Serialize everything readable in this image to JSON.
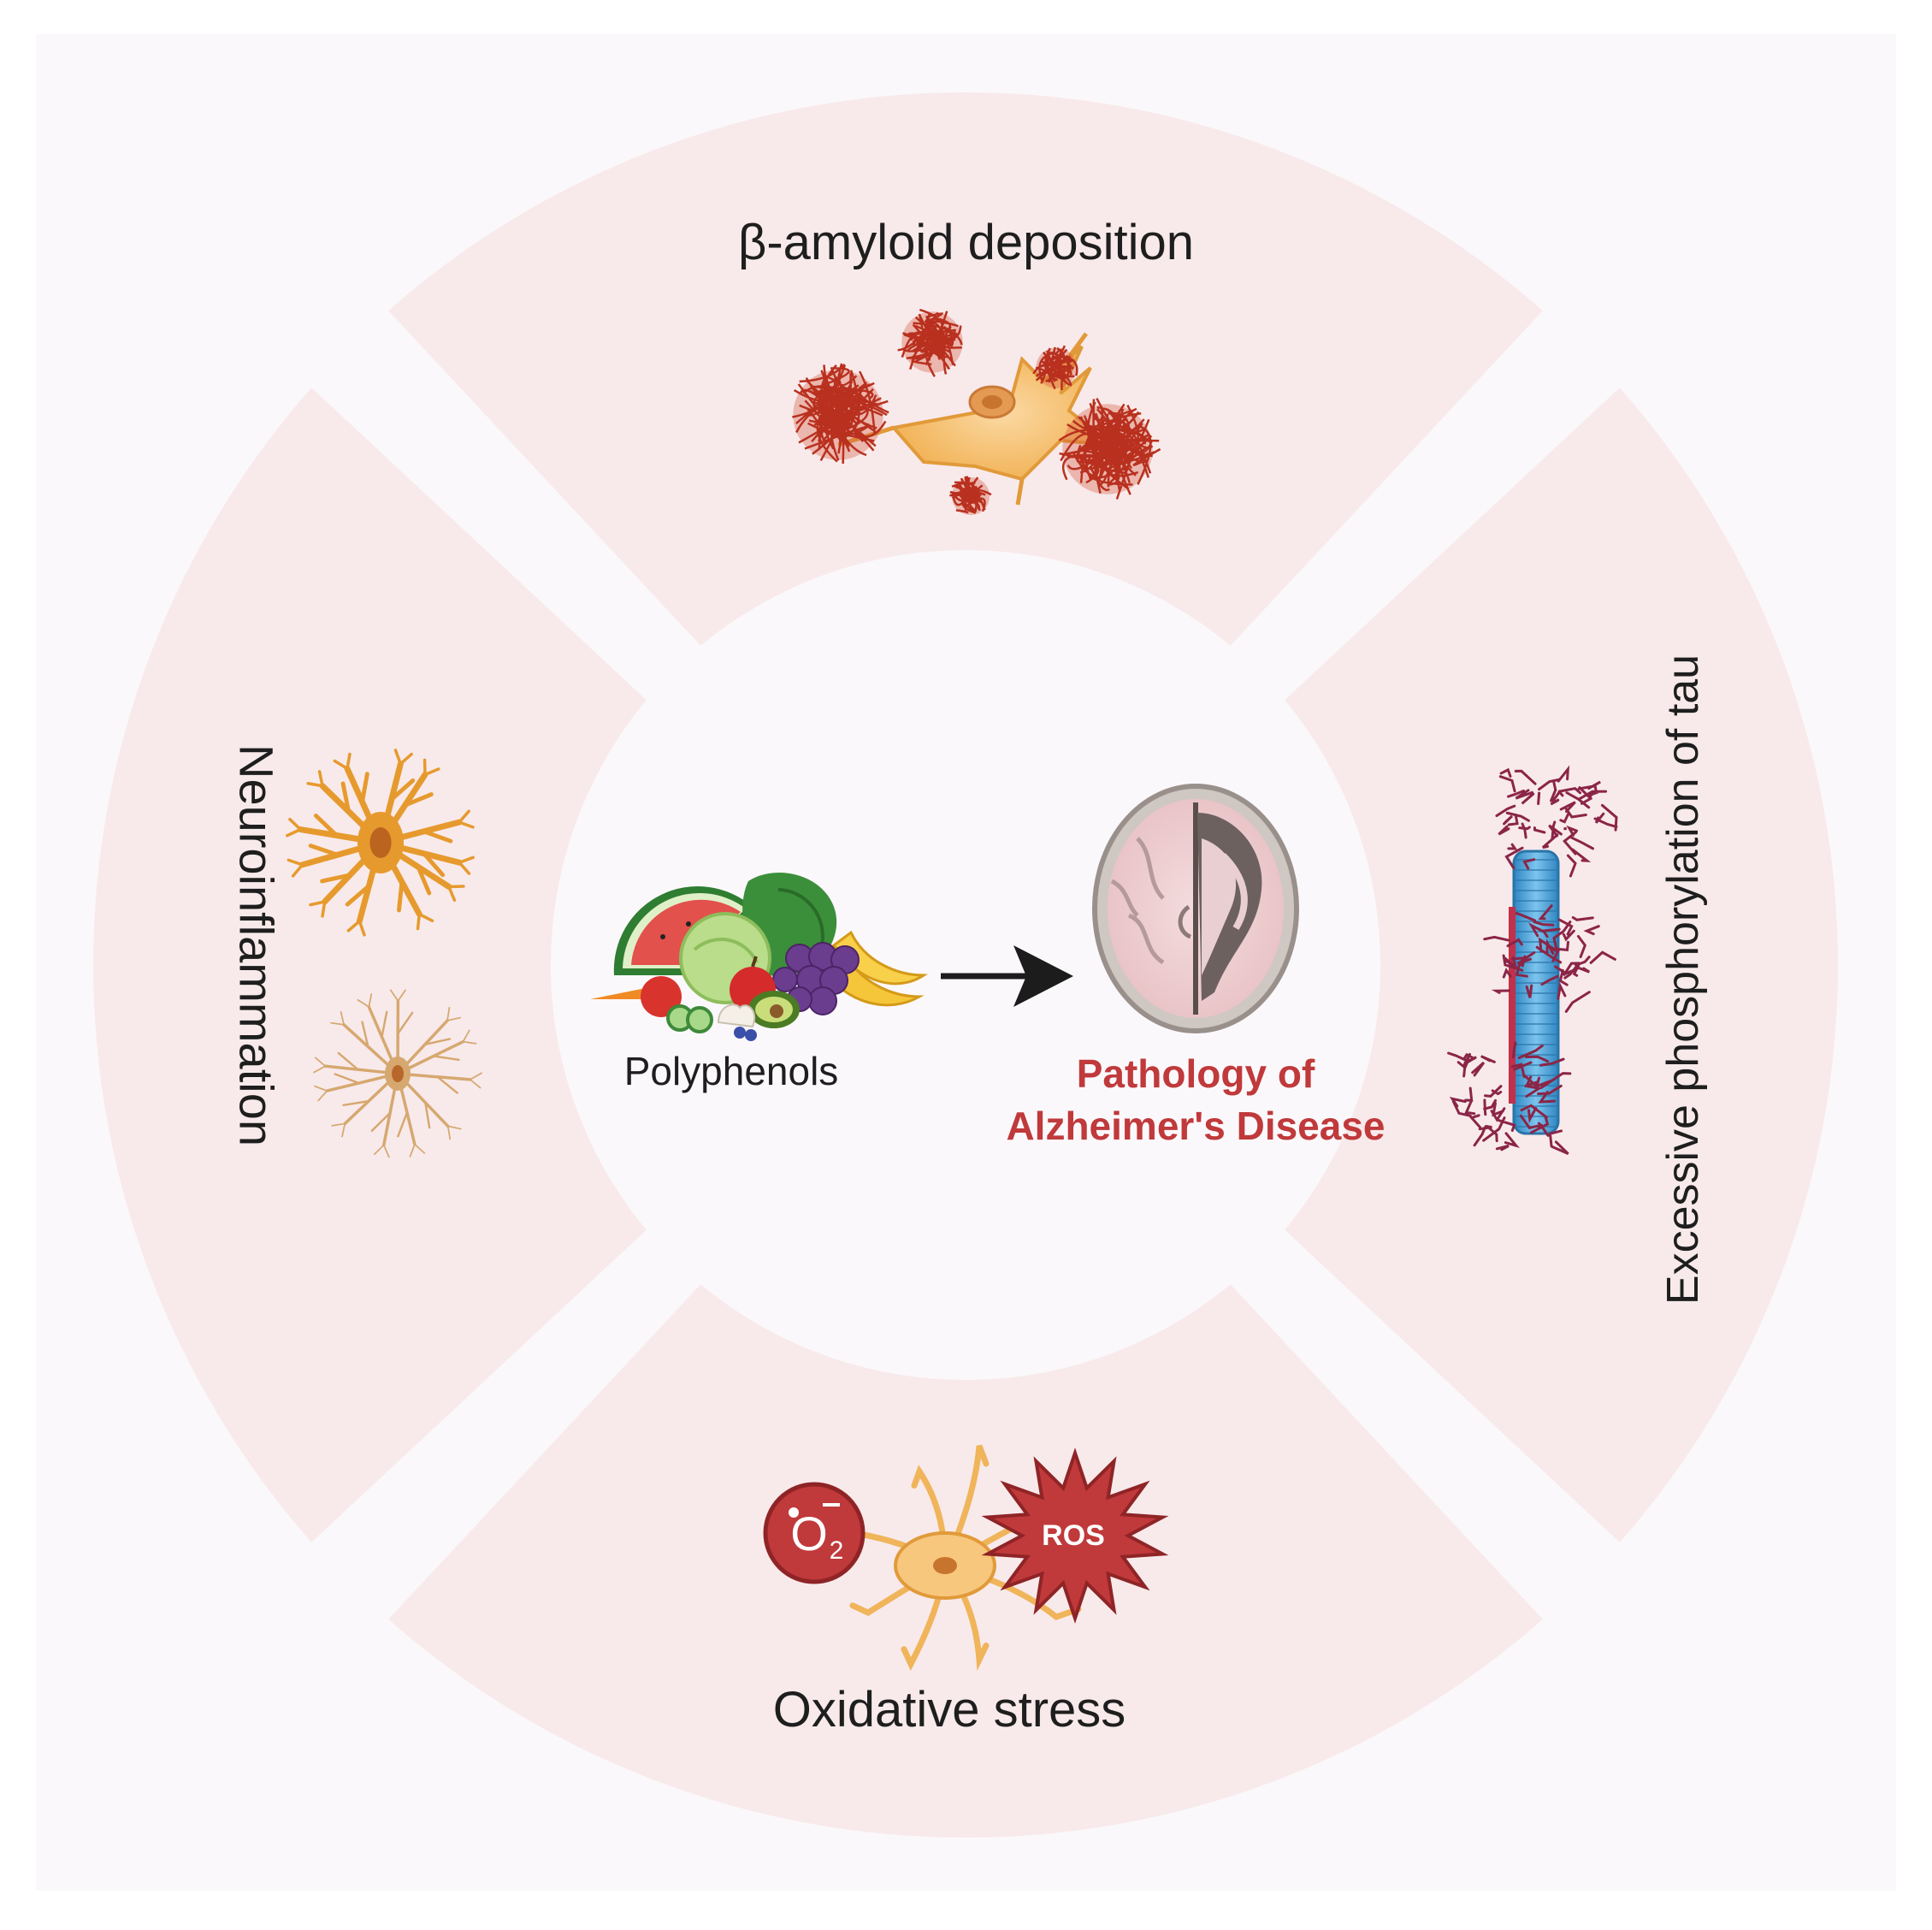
{
  "sections": {
    "top": {
      "label": "β-amyloid deposition"
    },
    "right": {
      "label": "Excessive phosphorylation of tau"
    },
    "bottom": {
      "label": "Oxidative stress"
    },
    "left": {
      "label": "Neuroinflammation"
    }
  },
  "center": {
    "source_label": "Polyphenols",
    "target_label": "Pathology of Alzheimer's Disease"
  },
  "icons": {
    "superoxide": {
      "symbol": "O",
      "subscript": "2"
    },
    "ros": {
      "label": "ROS"
    }
  },
  "colors": {
    "sector_fill": "#f8eaeb",
    "background": "#fbf8fb",
    "pathology_text": "#c0393b",
    "arrow": "#1c1c1c",
    "neuron_fill": "#f7c77d",
    "amyloid": "#b9301f",
    "tau_fibril": "#8b2547",
    "microtubule": "#4aa3d6",
    "ros_fill": "#c0393b"
  }
}
